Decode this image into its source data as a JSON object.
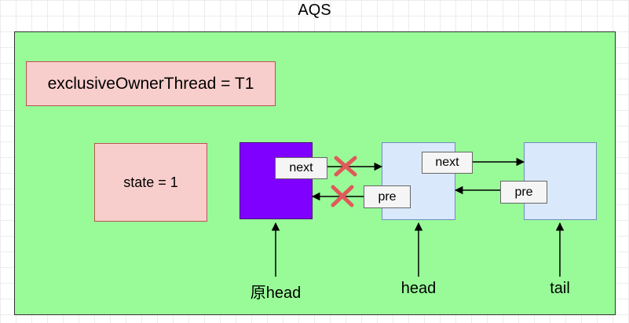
{
  "title": "AQS",
  "owner_label": "exclusiveOwnerThread = T1",
  "state_label": "state = 1",
  "nodes": {
    "old_head": {
      "next_label": "next",
      "pre_label": "pre",
      "caption": "原head",
      "fill": "#7f00ff"
    },
    "head": {
      "next_label": "next",
      "pre_label": "pre",
      "caption": "head",
      "fill": "#dae8fc"
    },
    "tail": {
      "caption": "tail",
      "fill": "#dae8fc"
    }
  },
  "colors": {
    "container": "#98fb98",
    "red_box": "#f8cecc",
    "cross": "#e05a5a"
  }
}
